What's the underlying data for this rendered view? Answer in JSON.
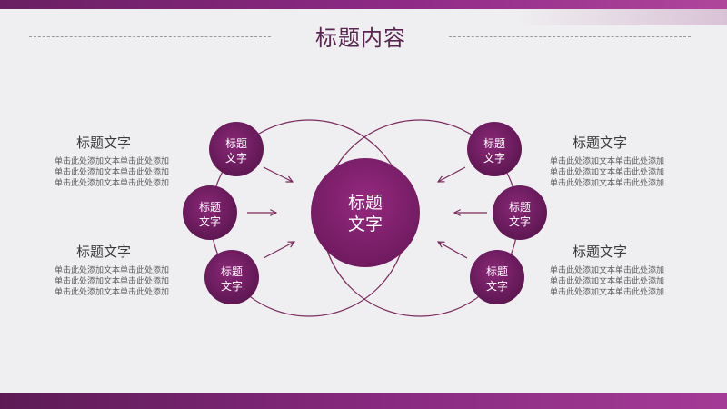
{
  "page": {
    "title": "标题内容"
  },
  "colors": {
    "accent": "#7c1f6c",
    "accent_light": "#8e2a7f",
    "line": "#7a2a5e",
    "text_dark": "#3b3b3b",
    "text_body": "#5b5b5b"
  },
  "center_node": {
    "line1": "标题",
    "line2": "文字"
  },
  "nodes": [
    {
      "line1": "标题",
      "line2": "文字"
    },
    {
      "line1": "标题",
      "line2": "文字"
    },
    {
      "line1": "标题",
      "line2": "文字"
    },
    {
      "line1": "标题",
      "line2": "文字"
    },
    {
      "line1": "标题",
      "line2": "文字"
    },
    {
      "line1": "标题",
      "line2": "文字"
    }
  ],
  "blocks": [
    {
      "title": "标题文字",
      "lines": [
        "单击此处添加文本单击此处添加",
        "单击此处添加文本单击此处添加",
        "单击此处添加文本单击此处添加"
      ]
    },
    {
      "title": "标题文字",
      "lines": [
        "单击此处添加文本单击此处添加",
        "单击此处添加文本单击此处添加",
        "单击此处添加文本单击此处添加"
      ]
    },
    {
      "title": "标题文字",
      "lines": [
        "单击此处添加文本单击此处添加",
        "单击此处添加文本单击此处添加",
        "单击此处添加文本单击此处添加"
      ]
    },
    {
      "title": "标题文字",
      "lines": [
        "单击此处添加文本单击此处添加",
        "单击此处添加文本单击此处添加",
        "单击此处添加文本单击此处添加"
      ]
    }
  ]
}
